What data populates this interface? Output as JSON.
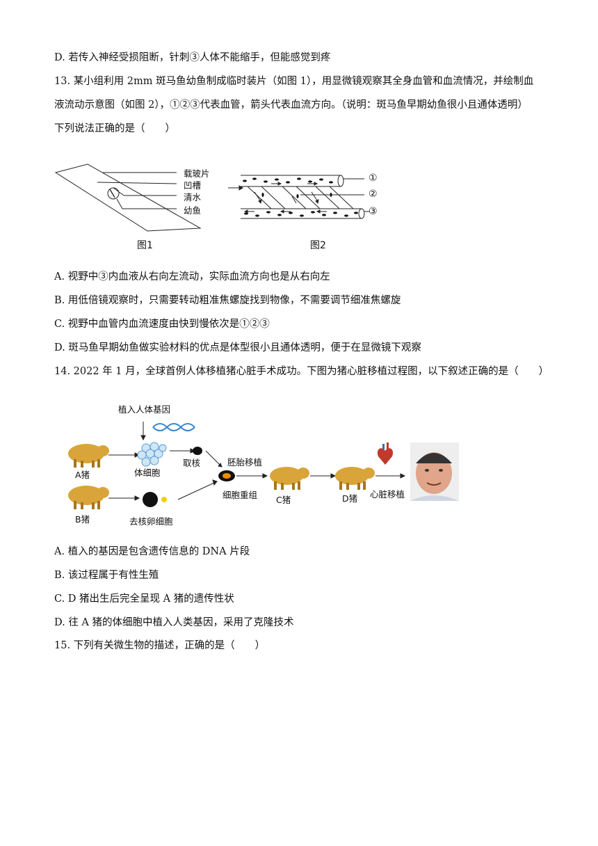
{
  "lines": {
    "l0": "D. 若传入神经受损阻断，针刺③人体不能缩手，但能感觉到疼",
    "q13a": "13. 某小组利用 2mm 斑马鱼幼鱼制成临时装片（如图 1），用显微镜观察其全身血管和血流情况，并绘制血",
    "q13b": "液流动示意图（如图 2），①②③代表血管，箭头代表血流方向。（说明：斑马鱼早期幼鱼很小且通体透明）",
    "q13c": "下列说法正确的是（　　）",
    "q13A": "A. 视野中③内血液从右向左流动，实际血流方向也是从右向左",
    "q13B": "B. 用低倍镜观察时，只需要转动粗准焦螺旋找到物像，不需要调节细准焦螺旋",
    "q13C": "C. 视野中血管内血流速度由快到慢依次是①②③",
    "q13D": "D. 斑马鱼早期幼鱼做实验材料的优点是体型很小且通体透明，便于在显微镜下观察",
    "q14": "14. 2022 年 1 月，全球首例人体移植猪心脏手术成功。下图为猪心脏移植过程图，以下叙述正确的是（　　）",
    "q14A": "A. 植入的基因是包含遗传信息的 DNA 片段",
    "q14B": "B. 该过程属于有性生殖",
    "q14C": "C. D 猪出生后完全呈现 A 猪的遗传性状",
    "q14D": "D. 往 A 猪的体细胞中植入人类基因，采用了克隆技术",
    "q15": "15. 下列有关微生物的描述，正确的是（　　）"
  },
  "fig1": {
    "labels": [
      "载玻片",
      "凹槽",
      "清水",
      "幼鱼"
    ],
    "caption": "图1"
  },
  "fig2": {
    "labels": [
      "①",
      "②",
      "③"
    ],
    "caption": "图2"
  },
  "fig3": {
    "gene_label": "植入人体基因",
    "pigA": "A猪",
    "pigB": "B猪",
    "pigC": "C猪",
    "pigD": "D猪",
    "body_cell": "体细胞",
    "take_nucleus": "取核",
    "enucleated_egg": "去核卵细胞",
    "embryo_transfer": "胚胎移植",
    "recombination": "细胞重组",
    "heart_transplant": "心脏移植"
  },
  "colors": {
    "pig": "#d9a53a",
    "pig_dark": "#a8751a",
    "dna": "#3a86d1",
    "heart": "#c0392b",
    "face": "#e0a58a"
  }
}
